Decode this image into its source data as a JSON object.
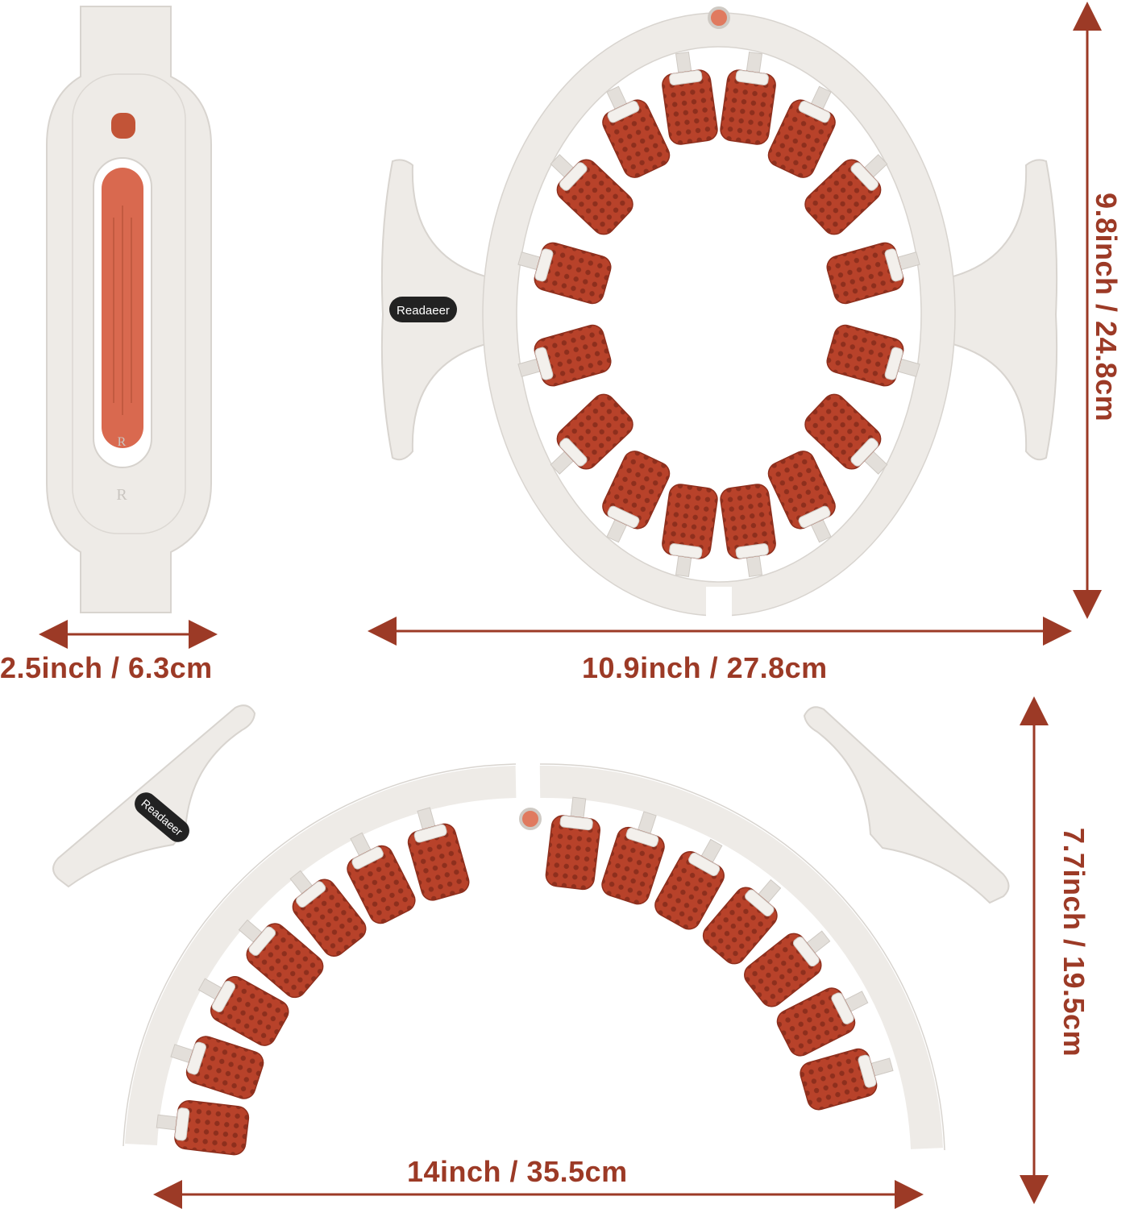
{
  "colors": {
    "accent": "#9c3a26",
    "body": "#eeebe7",
    "roller": "#b8422a"
  },
  "brand": "Readaeer",
  "side_view": {
    "handle_letter": "R",
    "base_letter": "R"
  },
  "dimensions": {
    "side_width": "2.5inch / 6.3cm",
    "top_width": "10.9inch / 27.8cm",
    "top_height": "9.8inch /  24.8cm",
    "bottom_width": "14inch / 35.5cm",
    "bottom_height": "7.7inch / 19.5cm"
  }
}
